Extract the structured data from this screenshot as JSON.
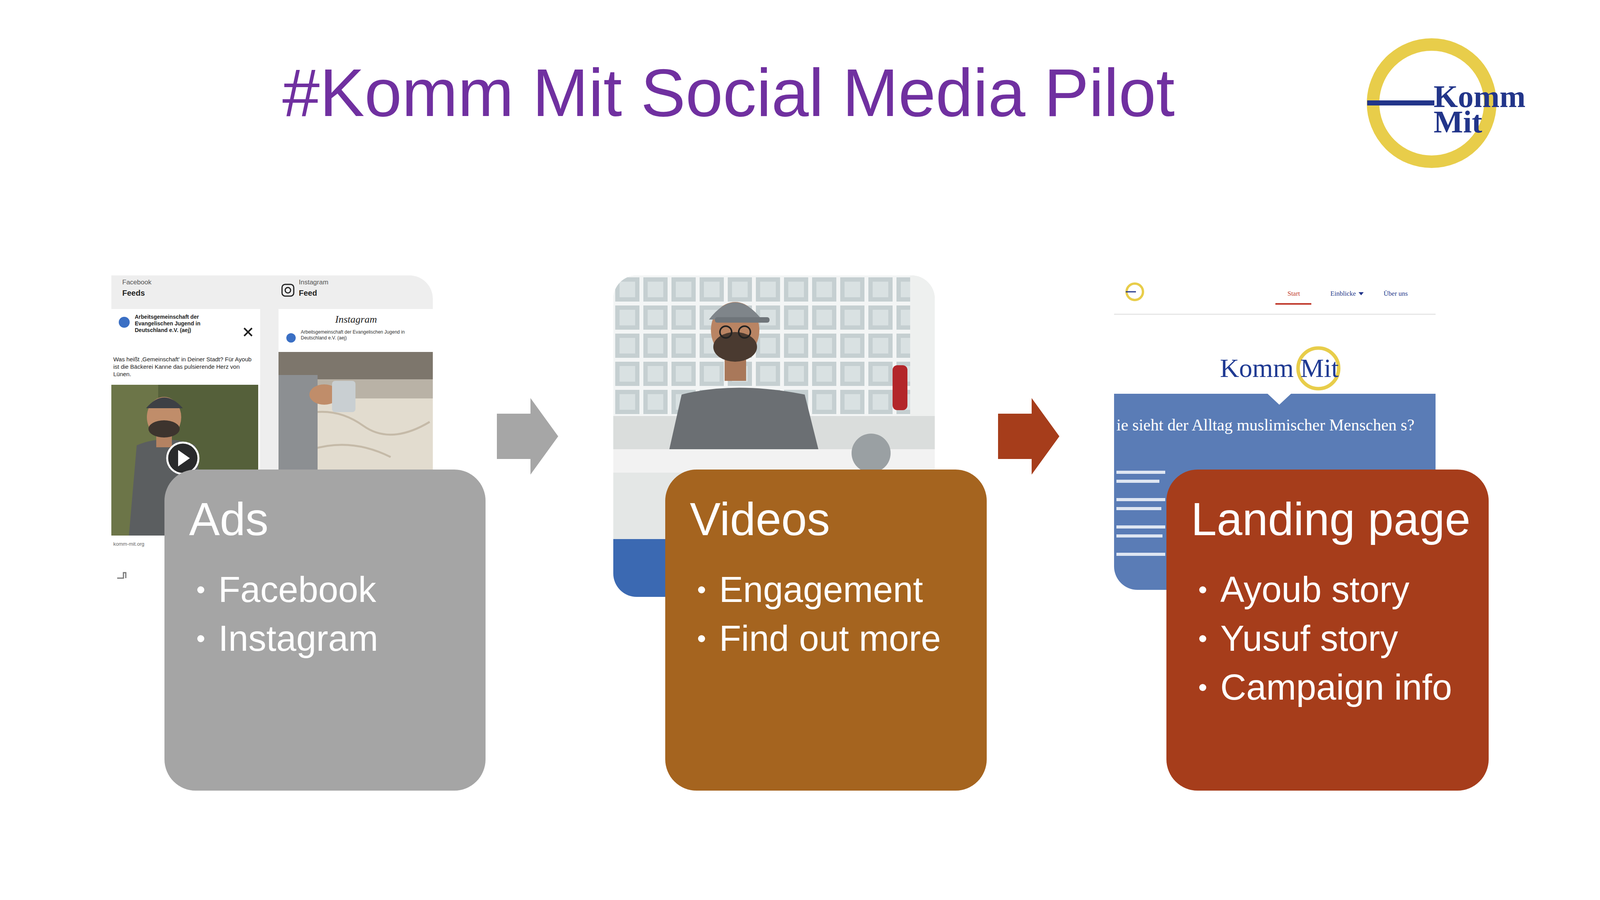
{
  "diagram": {
    "title": "#Komm Mit Social Media Pilot",
    "nodes": [
      {
        "text": [
          "Ads",
          "Facebook",
          "Instagram"
        ]
      },
      {
        "text": [
          "Videos",
          "Engagement",
          "Find out more"
        ]
      },
      {
        "text": [
          "Landing page",
          "Ayoub story",
          "Yusuf story",
          "Campaign info"
        ]
      }
    ],
    "edges": [
      {
        "from": 0,
        "to": 1,
        "arrow": "to"
      },
      {
        "from": 1,
        "to": 2,
        "arrow": "to"
      }
    ],
    "labels": [
      "Komm Mit",
      "Facebook",
      "Feeds",
      "Instagram",
      "Feed",
      "Arbeitsgemeinschaft der Evangelischen Jugend in Deutschland e.V. (aej)",
      "Was heißt ‚Gemeinschaft' in Deiner Stadt? Für Ayoub ist die Bäckerei Kanne das pulsierende Herz von Lünen.",
      "Instagram",
      "Arbeitsgemeinschaft der Evangelischen Jugend in Deutschland e.V. (aej)",
      "komm-mit.org",
      "Start",
      "Einblicke",
      "Über uns",
      "Komm Mit",
      "ie sieht der Alltag muslimischer Menschen s?"
    ]
  }
}
